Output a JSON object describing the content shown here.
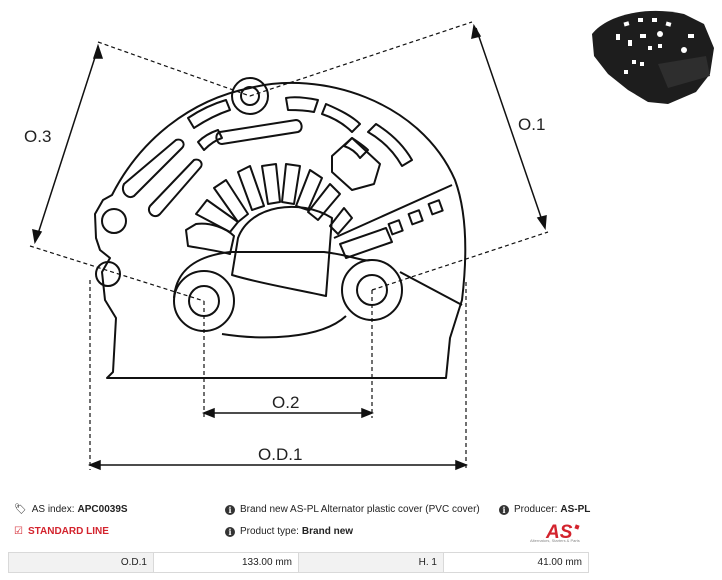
{
  "drawing": {
    "labels": {
      "od1": "O.D.1",
      "o1": "O.1",
      "o2": "O.2",
      "o3": "O.3"
    }
  },
  "photo": {
    "icon": "product-photo"
  },
  "info": {
    "as_index_label": "AS index:",
    "as_index_value": "APC0039S",
    "description": "Brand new AS-PL Alternator plastic cover (PVC cover)",
    "producer_label": "Producer:",
    "producer_value": "AS-PL",
    "standard_line": "STANDARD LINE",
    "product_type_label": "Product type:",
    "product_type_value": "Brand new"
  },
  "logo": {
    "text": "AS",
    "subtitle": "Alternators, Starters & Parts",
    "color": "#d3232d"
  },
  "dimensions": [
    {
      "label": "O.D.1",
      "value": "133.00 mm",
      "label2": "H. 1",
      "value2": "41.00 mm"
    }
  ]
}
